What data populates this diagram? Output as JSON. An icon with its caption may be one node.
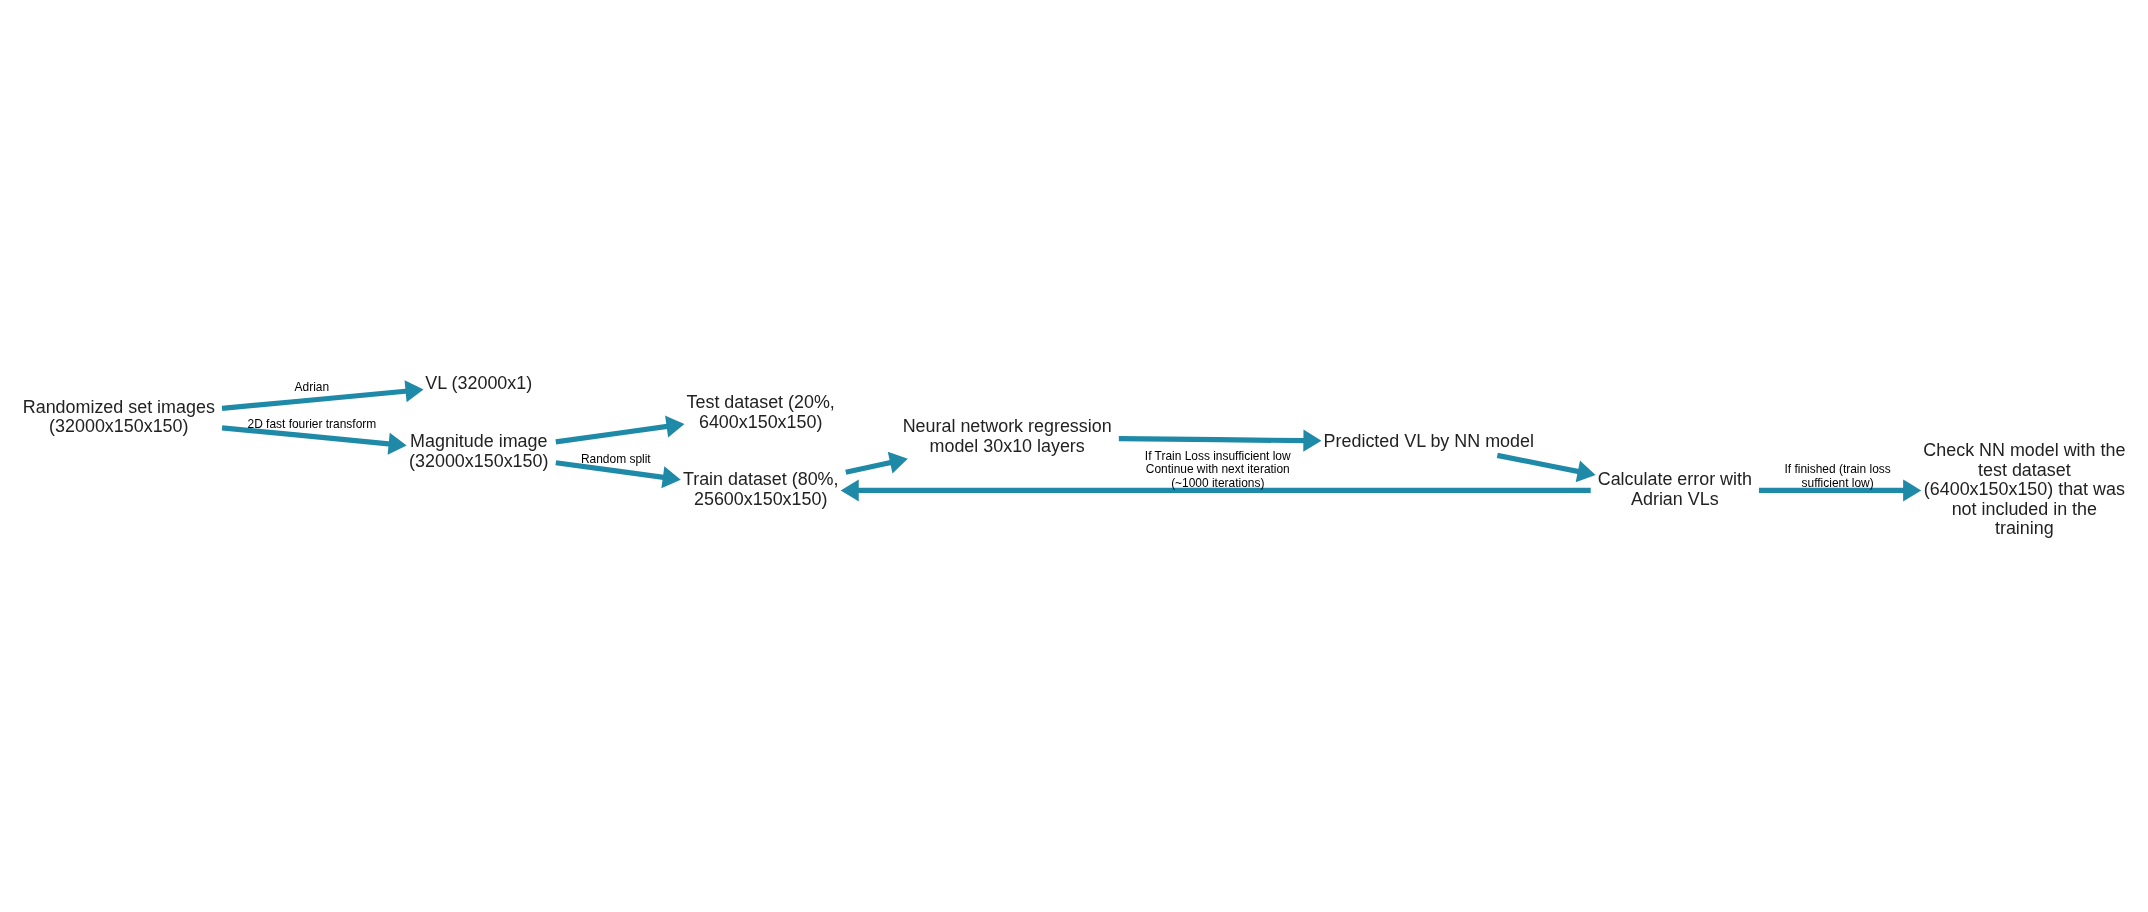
{
  "diagram": {
    "nodes": [
      {
        "text": [
          "Randomized set images (32000x150x150)"
        ]
      },
      {
        "text": [
          "VL (32000x1)"
        ]
      },
      {
        "text": [
          "Magnitude image (32000x150x150)"
        ]
      },
      {
        "text": [
          "Test dataset (20%, 6400x150x150)"
        ]
      },
      {
        "text": [
          "Train dataset (80%, 25600x150x150)"
        ]
      },
      {
        "text": [
          "Neural network regression model 30x10 layers"
        ]
      },
      {
        "text": [
          "Predicted VL by NN model"
        ]
      },
      {
        "text": [
          "Calculate error with Adrian VLs"
        ]
      },
      {
        "text": [
          "Check NN model with the test dataset (6400x150x150) that was not included in the training"
        ]
      }
    ],
    "edges": [
      {
        "from": 0,
        "to": 1,
        "arrow": "to",
        "label": "Adrian"
      },
      {
        "from": 0,
        "to": 2,
        "arrow": "to",
        "label": "2D fast fourier transform"
      },
      {
        "from": 2,
        "to": 3,
        "arrow": "to"
      },
      {
        "from": 2,
        "to": 4,
        "arrow": "to",
        "label": "Random split"
      },
      {
        "from": 4,
        "to": 5,
        "arrow": "to"
      },
      {
        "from": 5,
        "to": 6,
        "arrow": "to"
      },
      {
        "from": 6,
        "to": 7,
        "arrow": "to"
      },
      {
        "from": 7,
        "to": 4,
        "arrow": "to",
        "label": "If Train Loss insufficient low Continue with next iteration (~1000 iterations)"
      },
      {
        "from": 7,
        "to": 8,
        "arrow": "to",
        "label": "If finished (train loss sufficient low)"
      }
    ]
  }
}
